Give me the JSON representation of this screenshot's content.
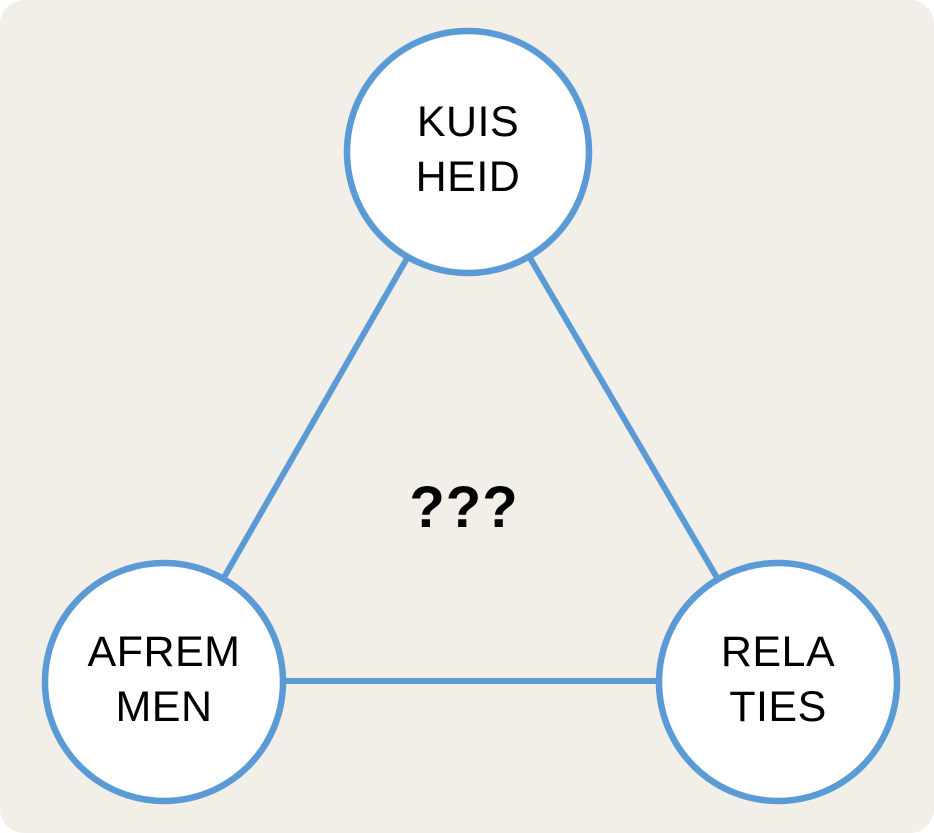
{
  "diagram": {
    "center_label": "???",
    "nodes": [
      {
        "id": "kuisheid",
        "label_line1": "KUIS",
        "label_line2": "HEID"
      },
      {
        "id": "afremmen",
        "label_line1": "AFREM",
        "label_line2": "MEN"
      },
      {
        "id": "relaties",
        "label_line1": "RELA",
        "label_line2": "TIES"
      }
    ],
    "colors": {
      "background": "#F1EFE8",
      "node_fill": "#FFFFFF",
      "accent_stroke": "#5B9BD5",
      "text": "#000000"
    }
  }
}
